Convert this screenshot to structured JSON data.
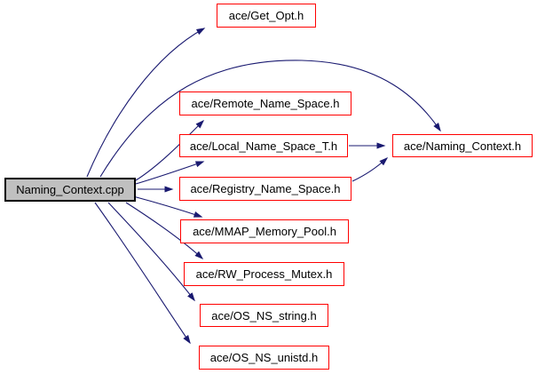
{
  "graph": {
    "kind": "include-dependency-graph",
    "source_node": {
      "id": "naming_context_cpp",
      "label": "Naming_Context.cpp"
    },
    "nodes": [
      {
        "id": "get_opt",
        "label": "ace/Get_Opt.h"
      },
      {
        "id": "remote_name_space",
        "label": "ace/Remote_Name_Space.h"
      },
      {
        "id": "local_name_space_t",
        "label": "ace/Local_Name_Space_T.h"
      },
      {
        "id": "naming_context_h",
        "label": "ace/Naming_Context.h"
      },
      {
        "id": "registry_name_space",
        "label": "ace/Registry_Name_Space.h"
      },
      {
        "id": "mmap_memory_pool",
        "label": "ace/MMAP_Memory_Pool.h"
      },
      {
        "id": "rw_process_mutex",
        "label": "ace/RW_Process_Mutex.h"
      },
      {
        "id": "os_ns_string",
        "label": "ace/OS_NS_string.h"
      },
      {
        "id": "os_ns_unistd",
        "label": "ace/OS_NS_unistd.h"
      }
    ],
    "edges": [
      {
        "from": "Naming_Context.cpp",
        "to": "ace/Get_Opt.h"
      },
      {
        "from": "Naming_Context.cpp",
        "to": "ace/Naming_Context.h"
      },
      {
        "from": "Naming_Context.cpp",
        "to": "ace/Remote_Name_Space.h"
      },
      {
        "from": "Naming_Context.cpp",
        "to": "ace/Local_Name_Space_T.h"
      },
      {
        "from": "Naming_Context.cpp",
        "to": "ace/Registry_Name_Space.h"
      },
      {
        "from": "Naming_Context.cpp",
        "to": "ace/MMAP_Memory_Pool.h"
      },
      {
        "from": "Naming_Context.cpp",
        "to": "ace/RW_Process_Mutex.h"
      },
      {
        "from": "Naming_Context.cpp",
        "to": "ace/OS_NS_string.h"
      },
      {
        "from": "Naming_Context.cpp",
        "to": "ace/OS_NS_unistd.h"
      },
      {
        "from": "ace/Local_Name_Space_T.h",
        "to": "ace/Naming_Context.h"
      },
      {
        "from": "ace/Registry_Name_Space.h",
        "to": "ace/Naming_Context.h"
      }
    ],
    "colors": {
      "edge": "#191970",
      "header_border": "#ff0000",
      "source_fill": "#c0c0c0",
      "source_border": "#000000",
      "text": "#000000",
      "background": "#ffffff"
    }
  }
}
